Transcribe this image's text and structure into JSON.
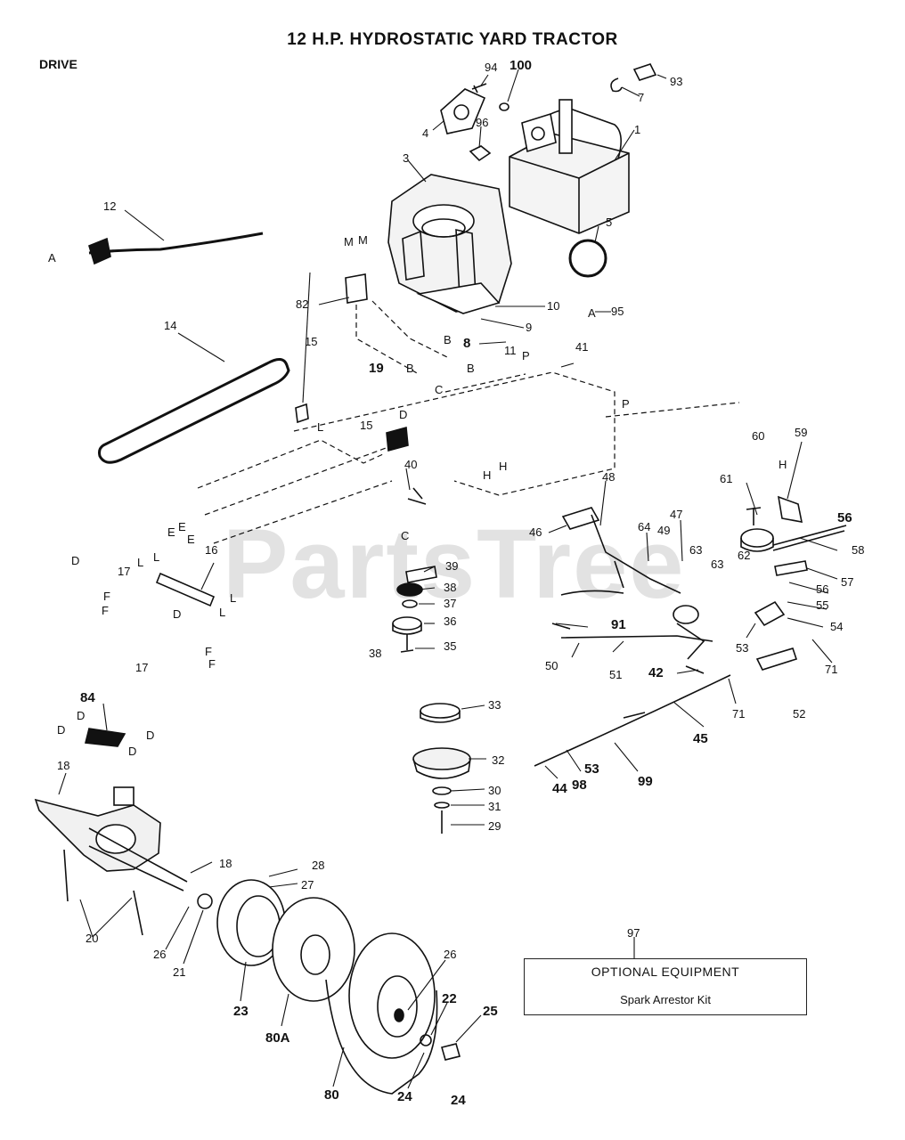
{
  "header": {
    "title": "12 H.P. HYDROSTATIC YARD TRACTOR",
    "section": "DRIVE"
  },
  "watermark": "PartsTree",
  "optional_equipment": {
    "ref": "97",
    "heading": "OPTIONAL EQUIPMENT",
    "item": "Spark Arrestor Kit"
  },
  "callouts": [
    "94",
    "100",
    "93",
    "7",
    "4",
    "96",
    "1",
    "3",
    "12",
    "5",
    "95",
    "82",
    "10",
    "9",
    "8",
    "11",
    "41",
    "14",
    "15",
    "19",
    "40",
    "48",
    "46",
    "64",
    "49",
    "47",
    "63",
    "61",
    "60",
    "59",
    "56",
    "58",
    "62",
    "57",
    "55",
    "54",
    "16",
    "17",
    "39",
    "38",
    "37",
    "36",
    "35",
    "91",
    "50",
    "51",
    "53",
    "71",
    "42",
    "52",
    "45",
    "33",
    "32",
    "30",
    "31",
    "29",
    "84",
    "18",
    "20",
    "26",
    "21",
    "28",
    "27",
    "23",
    "80A",
    "22",
    "25",
    "24",
    "80",
    "44",
    "98",
    "99"
  ],
  "letters": [
    "A",
    "M",
    "B",
    "C",
    "D",
    "E",
    "F",
    "H",
    "L",
    "P"
  ]
}
